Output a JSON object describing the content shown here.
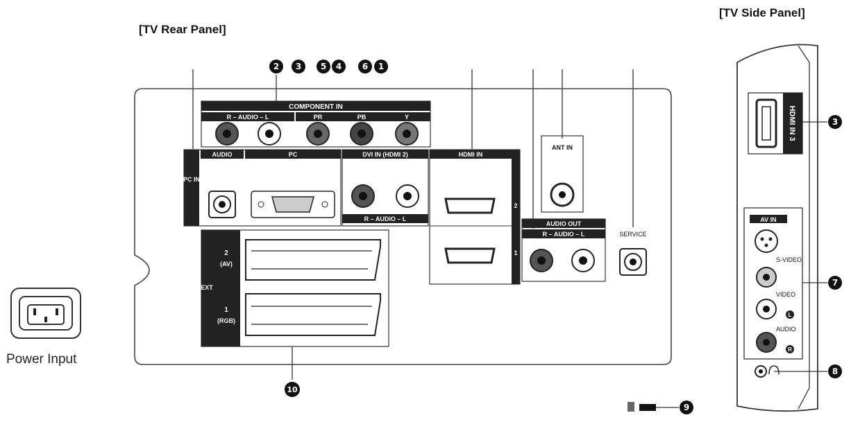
{
  "titles": {
    "rear_panel": "[TV Rear Panel]",
    "side_panel": "[TV Side Panel]",
    "power_input": "Power Input"
  },
  "rear_labels": {
    "component_in": "COMPONENT IN",
    "component_audio": "R – AUDIO – L",
    "component_pr": "PR",
    "component_pb": "PB",
    "component_y": "Y",
    "pc_in": "PC IN",
    "audio": "AUDIO",
    "pc": "PC",
    "dvi_in": "DVI IN (HDMI 2)",
    "dvi_audio": "R – AUDIO – L",
    "hdmi_in": "HDMI IN",
    "hdmi_port_2": "2",
    "hdmi_port_1": "1",
    "ant_in": "ANT IN",
    "audio_out": "AUDIO OUT",
    "audio_out_rl": "R – AUDIO – L",
    "service": "SERVICE",
    "ext": "EXT",
    "ext_2": "2",
    "ext_2_sub": "(AV)",
    "ext_1": "1",
    "ext_1_sub": "(RGB)"
  },
  "side_labels": {
    "hdmi_in_3": "HDMI IN 3",
    "av_in": "AV IN",
    "s_video": "S-VIDEO",
    "video": "VIDEO",
    "audio": "AUDIO",
    "l": "L",
    "r": "R"
  },
  "callouts": {
    "top_row": [
      "2",
      "3",
      "5",
      "4",
      "6",
      "1"
    ],
    "ext": "10",
    "lock": "9",
    "side_hdmi": "3",
    "side_av": "7",
    "side_headphone": "8"
  }
}
